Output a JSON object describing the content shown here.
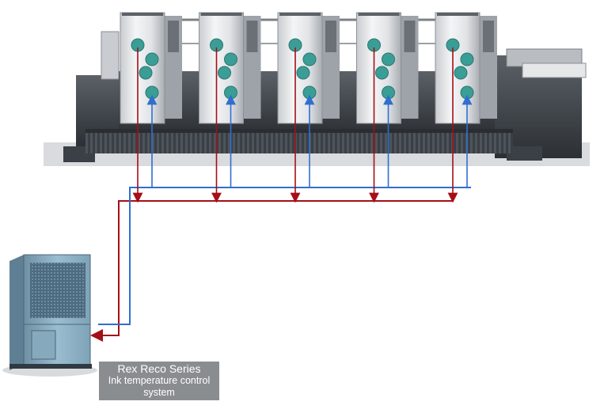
{
  "caption": {
    "title": "Rex Reco Series",
    "line2": "Ink temperature control",
    "line3": "system"
  },
  "colors": {
    "supply_line": "#a50f17",
    "return_line": "#2f6fd0",
    "roller": "#3a9e96",
    "chiller_body": "#8fb4c8",
    "caption_bg": "#8a8d90"
  },
  "printing_units": 5
}
